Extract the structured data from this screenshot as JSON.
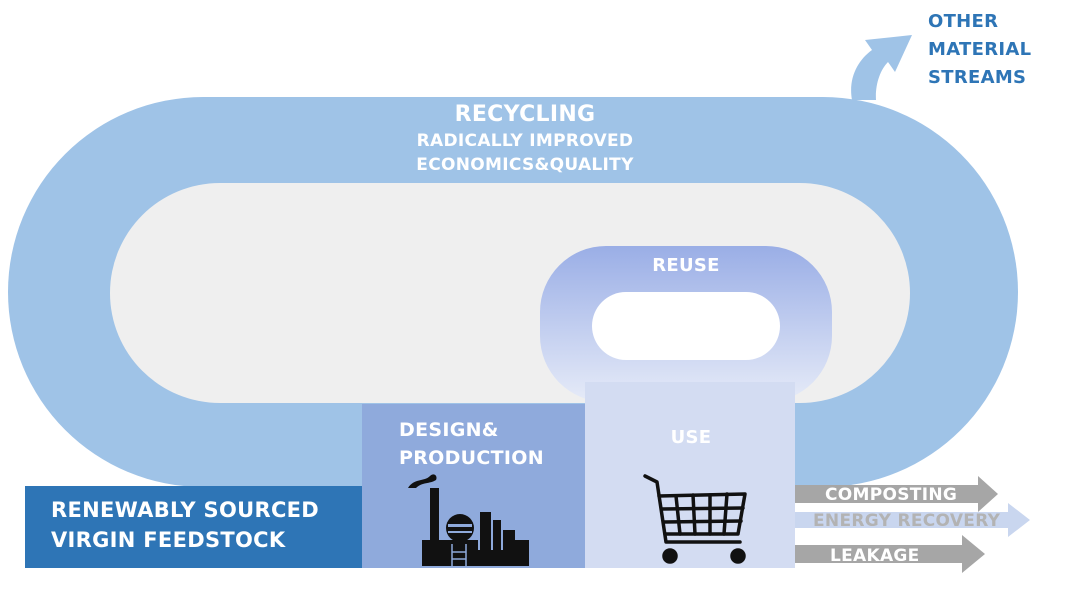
{
  "recycling": {
    "title": "RECYCLING",
    "line1": "RADICALLY IMPROVED",
    "line2": "ECONOMICS&QUALITY"
  },
  "other_streams": {
    "line1": "OTHER",
    "line2": "MATERIAL",
    "line3": "STREAMS"
  },
  "reuse": {
    "title": "REUSE"
  },
  "use": {
    "title": "USE"
  },
  "design": {
    "line1": "DESIGN&",
    "line2": "PRODUCTION"
  },
  "feedstock": {
    "line1": "RENEWABLY SOURCED",
    "line2": "VIRGIN FEEDSTOCK"
  },
  "outflows": {
    "composting": "COMPOSTING",
    "energy": "ENERGY RECOVERY",
    "leakage": "LEAKAGE"
  },
  "icons": {
    "factory": "factory-icon",
    "cart": "shopping-cart-icon"
  },
  "colors": {
    "recycling_loop": "#9fc3e7",
    "inner_background": "#efefef",
    "feedstock_box": "#2e75b6",
    "design_box": "#8faadc",
    "use_box": "#d3dcf2",
    "reuse_top": "#9aaee6",
    "outflow_gray": "#a6a6a6",
    "energy_arrow": "#c9d6ef",
    "other_streams_text": "#2e75b6"
  }
}
